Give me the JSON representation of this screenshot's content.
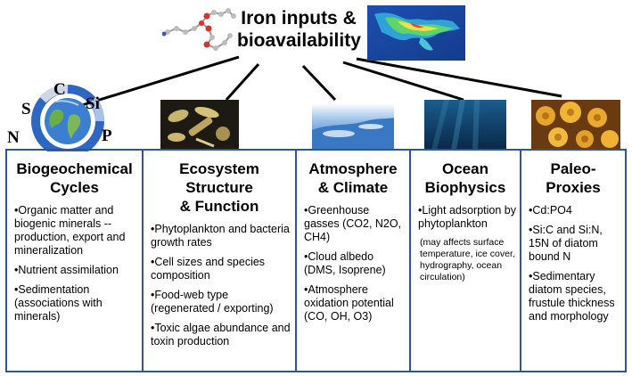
{
  "hub": {
    "title_line1": "Iron inputs &",
    "title_line2": "bioavailability"
  },
  "nutrient_labels": [
    "S",
    "C",
    "Si",
    "N",
    "P"
  ],
  "columns": [
    {
      "title_line1": "Biogeochemical",
      "title_line2": "Cycles",
      "items": [
        "•Organic matter and biogenic minerals -- production, export and mineralization",
        "•Nutrient assimilation",
        "•Sedimentation (associations with minerals)"
      ]
    },
    {
      "title_line1": "Ecosystem Structure",
      "title_line2": "& Function",
      "items": [
        "•Phytoplankton and bacteria growth rates",
        "•Cell sizes and species composition",
        "•Food-web type (regenerated / exporting)",
        "•Toxic algae abundance and toxin production"
      ]
    },
    {
      "title_line1": "Atmosphere",
      "title_line2": "& Climate",
      "items": [
        "•Greenhouse gasses (CO2, N2O, CH4)",
        "•Cloud albedo (DMS, Isoprene)",
        "•Atmosphere oxidation potential (CO, OH, O3)"
      ]
    },
    {
      "title_line1": "Ocean",
      "title_line2": "Biophysics",
      "items": [
        "•Light adsorption by phytoplankton"
      ],
      "note": "(may affects surface temperature, ice cover, hydrography, ocean circulation)"
    },
    {
      "title_line1": "Paleo-",
      "title_line2": "Proxies",
      "items": [
        "•Cd:PO4",
        "•Si:C and Si:N, 15N of diatom bound N",
        "•Sedimentary diatom species, frustule thickness and morphology"
      ]
    }
  ],
  "colors": {
    "frame": "#2e5597",
    "connector": "#000000"
  }
}
